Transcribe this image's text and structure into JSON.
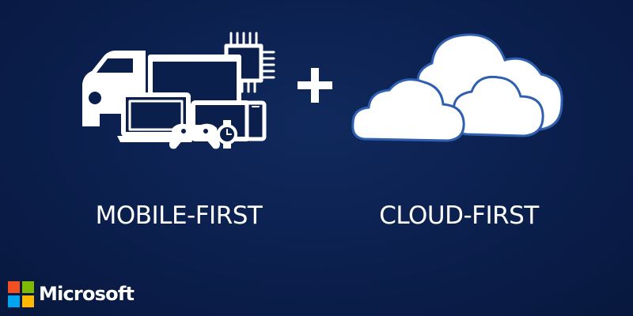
{
  "slide": {
    "left_caption": "MOBILE-FIRST",
    "right_caption": "CLOUD-FIRST",
    "brand_name": "Microsoft"
  },
  "icons": {
    "devices": [
      "car-icon",
      "chip-icon",
      "monitor-icon",
      "laptop-icon",
      "tablet-icon",
      "gamepad-icon",
      "smartwatch-icon",
      "smartphone-icon"
    ],
    "operator": "plus-icon",
    "cloud": "cloud-icon",
    "brand": "microsoft-logo-icon"
  },
  "colors": {
    "background": "#0b1f4d",
    "foreground": "#ffffff",
    "cloud_fill": "#ffffff",
    "cloud_outline": "#2f5fb0",
    "logo_red": "#f25022",
    "logo_green": "#7fba00",
    "logo_blue": "#00a4ef",
    "logo_yellow": "#ffb900"
  }
}
